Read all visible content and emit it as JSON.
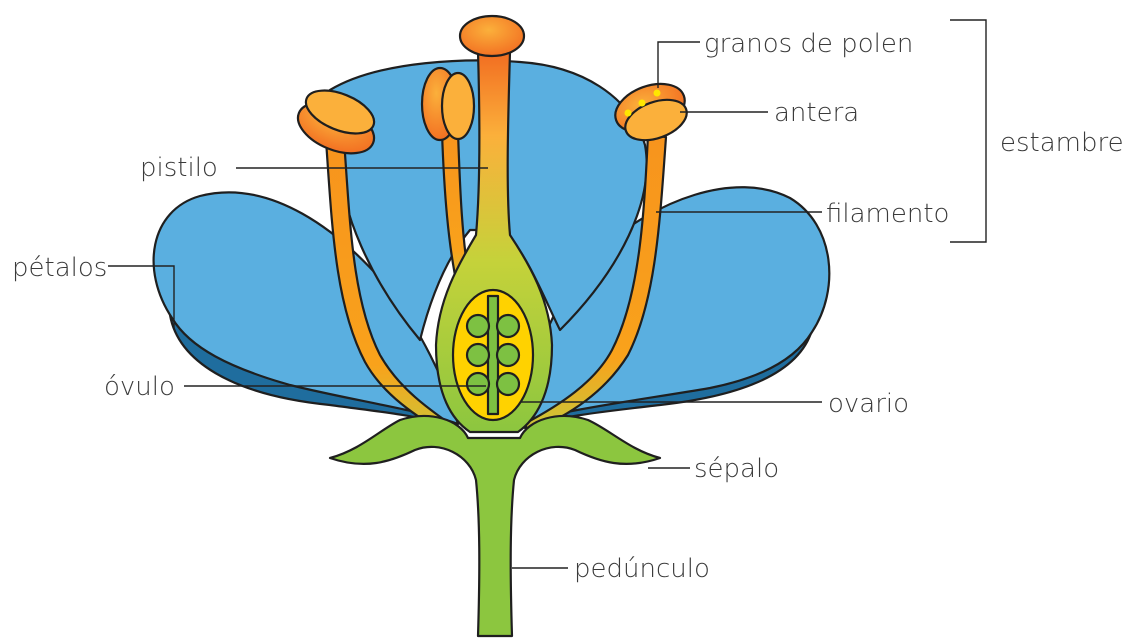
{
  "labels": {
    "granos_de_polen": "granos de polen",
    "antera": "antera",
    "estambre": "estambre",
    "pistilo": "pistilo",
    "filamento": "filamento",
    "petalos": "pétalos",
    "ovulo": "óvulo",
    "ovario": "ovario",
    "sepalo": "sépalo",
    "pedunculo": "pedúnculo"
  },
  "colors": {
    "petal": "#5aafe0",
    "petal_shadow": "#1f6d9e",
    "stem": "#8cc63f",
    "stamen": "#f7941d",
    "anther_light": "#fbb03b",
    "pistil_top": "#f26d21",
    "ovary_fill": "#ffd200",
    "ovule": "#7dc142",
    "outline": "#1f1f1f"
  }
}
